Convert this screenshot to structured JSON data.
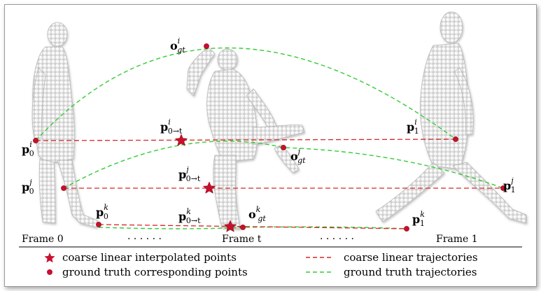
{
  "labels": {
    "p0i": {
      "main": "p",
      "sub": "0",
      "sup": "i"
    },
    "p0j": {
      "main": "p",
      "sub": "0",
      "sup": "j"
    },
    "p0k": {
      "main": "p",
      "sub": "0",
      "sup": "k"
    },
    "p1i": {
      "main": "p",
      "sub": "1",
      "sup": "i"
    },
    "p1j": {
      "main": "p",
      "sub": "1",
      "sup": "j"
    },
    "p1k": {
      "main": "p",
      "sub": "1",
      "sup": "k"
    },
    "p0ti": {
      "main": "p",
      "sub": "0→t",
      "sup": "i"
    },
    "p0tj": {
      "main": "p",
      "sub": "0→t",
      "sup": "j"
    },
    "p0tk": {
      "main": "p",
      "sub": "0→t",
      "sup": "k"
    },
    "ogti": {
      "main": "o",
      "sub": "gt",
      "sup": "i"
    },
    "ogtj": {
      "main": "o",
      "sub": "gt",
      "sup": "j"
    },
    "ogtk": {
      "main": "o",
      "sub": "gt",
      "sup": "k"
    }
  },
  "frames": {
    "frame0": "Frame  0",
    "framet": "Frame  t",
    "frame1": "Frame  1",
    "dots": "· · · · · ·"
  },
  "legend": {
    "star": "coarse linear interpolated points",
    "circle": "ground truth corresponding points",
    "red_dashed": "coarse linear trajectories",
    "green_dashed": "ground truth trajectories"
  },
  "colors": {
    "red": "#d62728",
    "marker": "#c8102e",
    "green": "#33cc33"
  }
}
